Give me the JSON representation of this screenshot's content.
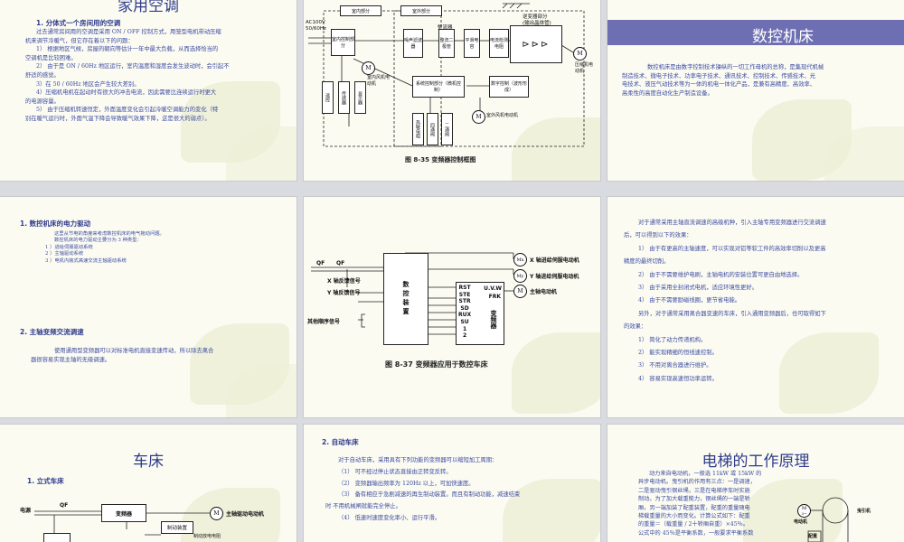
{
  "colors": {
    "title": "#2f3c8c",
    "text": "#3b4aa0",
    "banner": "#6d6fb2",
    "background": "#fbfbf2"
  },
  "s1": {
    "title": "家用空调",
    "heading": "1. 分体式一个房间用的空调",
    "lines": [
      "过去通常房间用的空调是采用 ON / OFF 控制方式，用笼型电机带动压缩",
      "机来调节冷暖气，但它存在着以下的问题：",
      "1） 根据地区气候，房屋的朝向等估计一年中最大负载，从而选择恰当的",
      "空调机是比较困难。",
      "2） 由于是 ON / 60Hz 地区运行，室内温度和湿度会发生波动时，会引起不",
      "舒适的感觉。",
      "3）在 50 / 60Hz 地区会产生较大差别。",
      "4）压缩机电机在起动时有很大的冲击电流，因此需要比连续运行时更大",
      "的电源容量。",
      "5） 由于压缩机转速恒定，外面温度变化会引起冷暖空调能力的变化（特",
      "别在暖气运行时，外面气温下降会导致暖气效果下降，这是很大的弱点）。"
    ]
  },
  "s2": {
    "ac": "AC100V",
    "hz": "50/60Hz",
    "indoor": "室内部分",
    "outdoor": "室外部分",
    "rectifier": "整流器",
    "inverter": "逆变器部分",
    "inverter_sub": "(输出晶体管)",
    "indoor_ctrl": "室内控制部分",
    "noise": "噪声滤波器",
    "rect_box": "整流二极管",
    "smooth": "平滑电容",
    "detect": "电流检测电阻",
    "fan": "室内风机电动机",
    "sys_ctrl": "系统控制部分（微机控制）",
    "drive": "数字控制（波形形成）",
    "comp_motor": "压缩机电动机",
    "out_fan": "室外风机电动机",
    "remote": "遥控",
    "sensor": "传感器",
    "display": "显示器",
    "thermal": "热敏电阻",
    "four_way": "四通阀",
    "two_way": "二通阀",
    "caption": "图 8-35  变频器控制框图"
  },
  "s3": {
    "title": "数控机床",
    "lines": [
      "数控机床是由数字控制技术操纵的一切工作母机的总称，是集现代机械",
      "制造技术、微电子技术、功率电子技术、通讯技术、控制技术、传感技术、光",
      "电技术、液压气动技术等为一体的机电一体化产品，是兼有高精度、高效率、",
      "高柔性的高度自动化生产制造设备。"
    ]
  },
  "s4": {
    "heading1": "1. 数控机床的电力驱动",
    "lines": [
      "这里从节电的角度来考虑数控机床的电气拖动问题。",
      "数控机床的电力驱动主要分为 3 种类型：",
      "1 ）进给伺服驱动系统",
      "2 ）主轴驱动系统",
      "3 ）电机内装式高速交流主轴驱动系统"
    ],
    "heading2": "2. 主轴变频交流调速",
    "para": [
      "使用通用型变频器可以对标准电机直接变速传动，所以除去离合",
      "器很容易实现主轴的无级调速。"
    ]
  },
  "s5": {
    "qf1": "QF",
    "qf2": "QF",
    "x_fb": "X 轴反馈信号",
    "y_fb": "Y 轴反馈信号",
    "other": "其他顺序信号",
    "nc": "数控装置",
    "sig": [
      "RST",
      "STE",
      "STR",
      "SD",
      "RUX",
      "SU",
      "1",
      "2"
    ],
    "uvw": "U.V.W",
    "frk": "FRK",
    "inv": "变频器",
    "mx": "Mx",
    "my": "My",
    "m": "M",
    "x_motor": "X 轴进给伺服电动机",
    "y_motor": "Y 轴进给伺服电动机",
    "spindle": "主轴电动机",
    "caption": "图 8-37   变频器应用于数控车床"
  },
  "s6": {
    "lines": [
      "对于通常采用主轴直流调速的高级机种，引入主轴专用变频器进行交流调速",
      "后，可以得到以下的效果：",
      "1） 由于有更高的主轴速度，可以实现对铝等软工件的高效率切削以及更高",
      "精度的最终切削。",
      "2） 由于不需要维护电刷，主轴电机的安装位置可更自由地选择。",
      "3） 由于采用全封闭式电机，适应环境性更好。",
      "4） 由于不需要励磁线圈，更节省电能。",
      "另外，对于通常采用离合器变速的车床，引入通用变频器后，也可取得如下",
      "的效果：",
      "1） 简化了动力传递机构。",
      "2） 能实现精细的恒线速控制。",
      "3） 不用对离合器进行维护。",
      "4） 容易实现高速恒功率运转。"
    ]
  },
  "s7": {
    "title": "车床",
    "heading": "1. 立式车床",
    "power": "电源",
    "qf": "QF",
    "inv": "变频器",
    "brake": "制动装置",
    "brake_r": "制动放电电阻",
    "m": "M",
    "motor": "主轴驱动电动机"
  },
  "s8": {
    "heading": "2. 自动车床",
    "lines": [
      "对于自动车床，采用具有下列功能的变频器可以缩短加工周期：",
      "（1）  可不经过停止状态直接由正转变反转。",
      "（2）  变频器输出频率为 120Hz 以上，可加快速度。",
      "（3）  备有相应于急剧减速的再生制动装置。而且有制动功能，减速结束",
      "时    不用机械闸就能完全停止。",
      "（4）  低速时速度变化率小、运行平滑。"
    ]
  },
  "s9": {
    "title": "电梯的工作原理",
    "lines": [
      "动力来自电动机，一般选 11kW 或 15kW 的",
      "异步电动机。曳引机的作用有三点：一是调速，",
      "二是驱动曳引钢丝绳，三是在电梯停车时实施",
      "制动。为了加大载重能力，钢丝绳的一端是轿",
      "厢，另一端加装了配重装置，配重的重量随电",
      "梯载重量的大小而变化。计算公式如下：配重",
      "的重量＝（载重量 / 2十轿厢自重）×45％。",
      "公式中的 45％是平衡系数，一般要求平衡系数"
    ],
    "motor_lbl": "电动机",
    "traction": "曳引机",
    "m": "M",
    "m3": "3~",
    "counterweight": "配重"
  }
}
